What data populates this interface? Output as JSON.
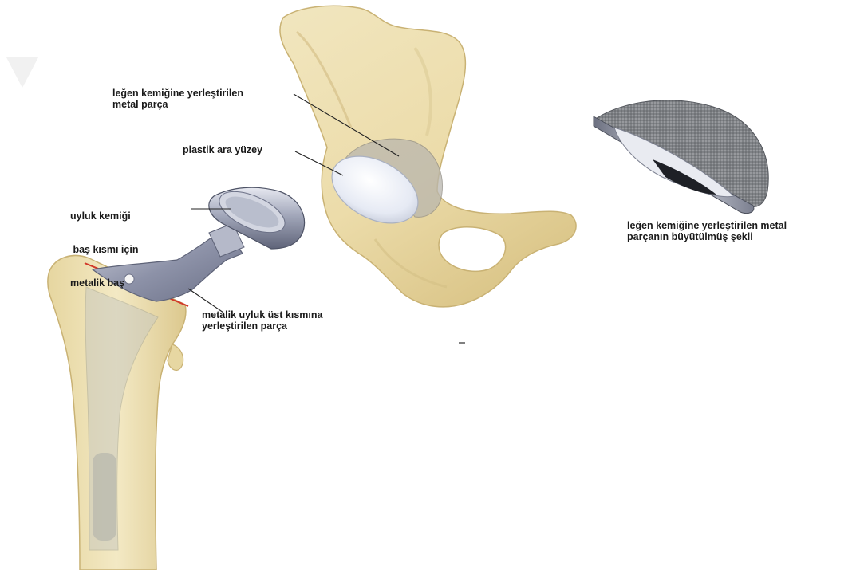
{
  "labels": {
    "acetabular_metal": [
      "leğen kemiğine yerleştirilen",
      "metal parça"
    ],
    "plastic_liner": [
      "plastik ara yüzey"
    ],
    "femoral_head": [
      "uyluk kemiği",
      " baş kısmı için",
      "metalik baş"
    ],
    "femoral_stem": [
      "metalik uyluk üst kısmına",
      "yerleştirilen parça"
    ],
    "enlarged_cup": [
      "leğen kemiğine yerleştirilen metal",
      "parçanın büyütülmüş şekli"
    ]
  },
  "colors": {
    "bone": "#efe3b6",
    "bone_shadow": "#d9c58a",
    "bone_outline": "#c9b274",
    "metal_light": "#d8dbe6",
    "metal_mid": "#9aa0b4",
    "metal_dark": "#5a6075",
    "porous_metal": "#8a8c90",
    "plastic": "#e8ecf4",
    "cut_line": "#d23a2a",
    "leader": "#222222"
  }
}
